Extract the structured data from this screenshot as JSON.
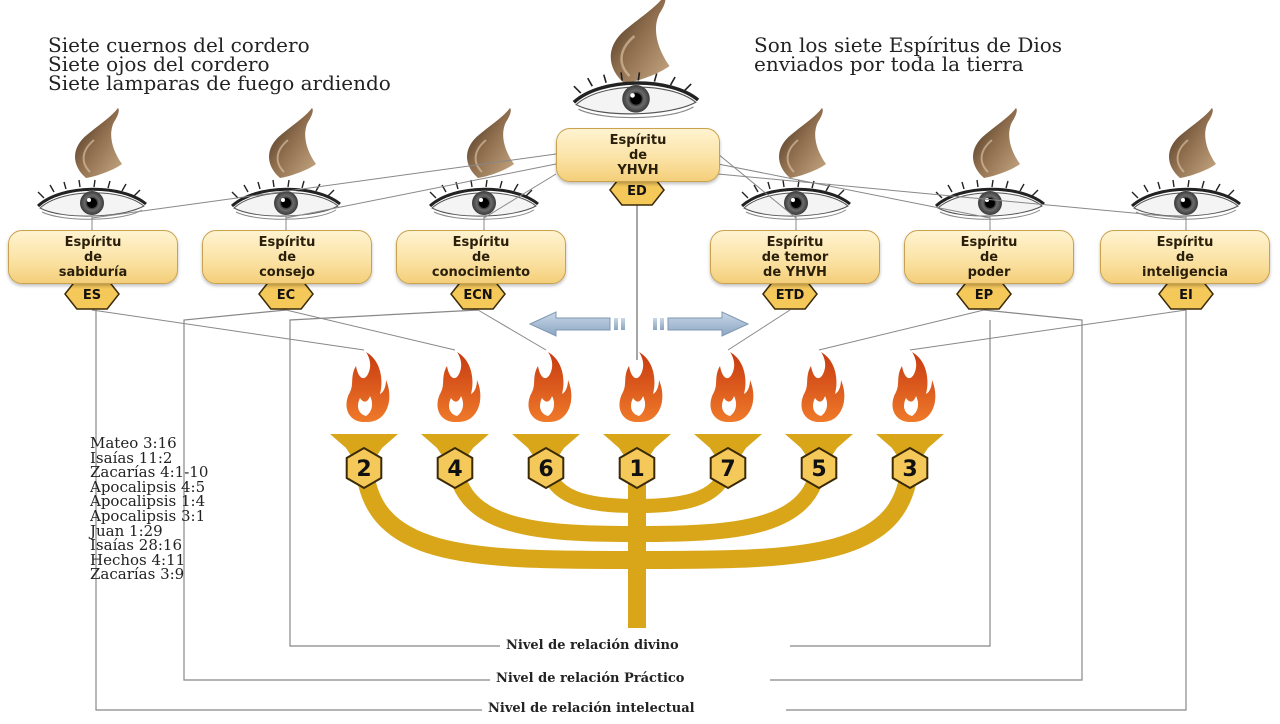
{
  "captions": {
    "left": [
      "Siete cuernos del cordero",
      "Siete ojos del cordero",
      "Siete lamparas de fuego ardiendo"
    ],
    "right": [
      "Son los siete Espíritus de Dios",
      "enviados por toda la tierra"
    ]
  },
  "central_spirit": {
    "lines": [
      "Espíritu",
      "de",
      "YHVH"
    ],
    "code": "ED"
  },
  "spirits": [
    {
      "lines": [
        "Espíritu",
        "de",
        "sabiduría"
      ],
      "code": "ES"
    },
    {
      "lines": [
        "Espíritu",
        "de",
        "consejo"
      ],
      "code": "EC"
    },
    {
      "lines": [
        "Espíritu",
        "de",
        "conocimiento"
      ],
      "code": "ECN"
    },
    {
      "lines": [
        "Espíritu",
        "de temor",
        "de YHVH"
      ],
      "code": "ETD"
    },
    {
      "lines": [
        "Espíritu",
        "de",
        "poder"
      ],
      "code": "EP"
    },
    {
      "lines": [
        "Espíritu",
        "de",
        "inteligencia"
      ],
      "code": "EI"
    }
  ],
  "lamp_numbers": [
    "2",
    "4",
    "6",
    "1",
    "7",
    "5",
    "3"
  ],
  "references": [
    "Mateo 3:16",
    "Isaías 11:2",
    "Zacarías 4:1-10",
    "Apocalipsis 4:5",
    "Apocalipsis 1:4",
    "Apocalipsis 3:1",
    "Juan 1:29",
    "Isaías 28:16",
    "Hechos 4:11",
    "Zacarías 3:9"
  ],
  "levels": {
    "divine": "Nivel de relación divino",
    "practical": "Nivel de relación Práctico",
    "intellectual": "Nivel de relación intelectual"
  },
  "colors": {
    "gold": "#d9a61a",
    "flame": "#d9541a",
    "arrow": "#a9c0d8",
    "hexagon": "#f5c85a"
  }
}
